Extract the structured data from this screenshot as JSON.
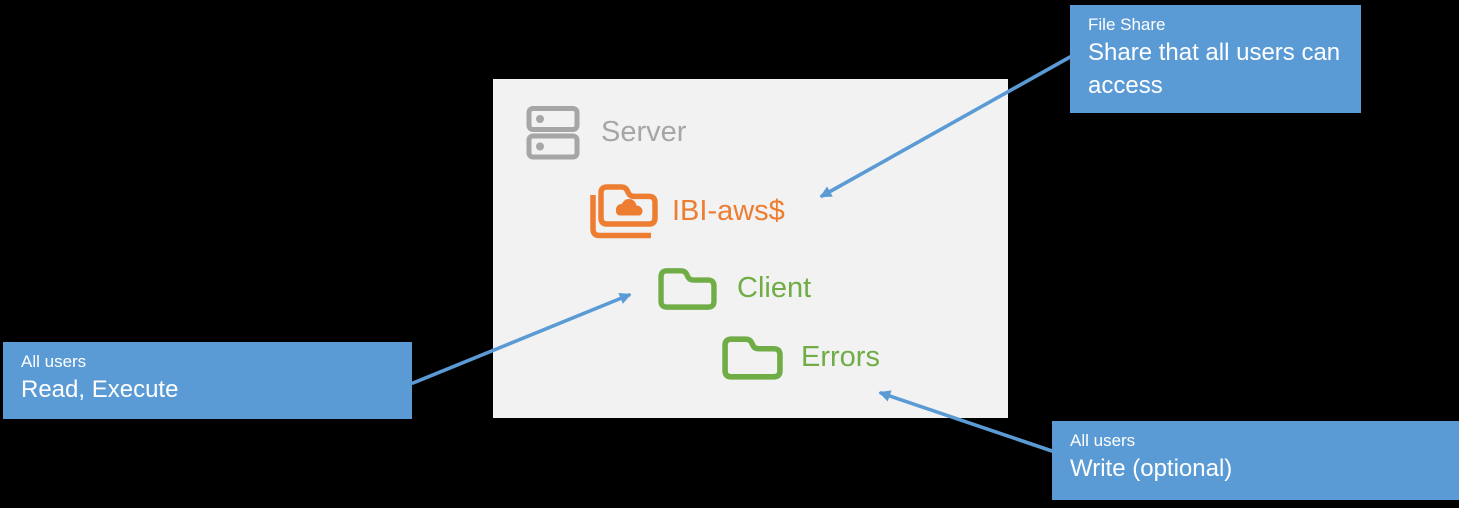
{
  "colors": {
    "background": "#000000",
    "panel_background": "#F2F2F2",
    "callout_background": "#5B9BD5",
    "arrow": "#5B9BD5",
    "server_gray": "#A6A6A6",
    "share_orange": "#ED7D31",
    "folder_green": "#70AD47",
    "callout_text": "#FFFFFF"
  },
  "panel": {
    "server": {
      "label": "Server",
      "icon": "server-icon"
    },
    "share": {
      "label": "IBI-aws$",
      "icon": "shared-cloud-folder-icon"
    },
    "client": {
      "label": "Client",
      "icon": "folder-icon"
    },
    "errors": {
      "label": "Errors",
      "icon": "folder-icon"
    }
  },
  "callouts": {
    "file_share": {
      "title": "File Share",
      "body": "Share that all users can access"
    },
    "read_execute": {
      "title": "All users",
      "body": "Read, Execute"
    },
    "write_optional": {
      "title": "All users",
      "body": "Write (optional)"
    }
  }
}
